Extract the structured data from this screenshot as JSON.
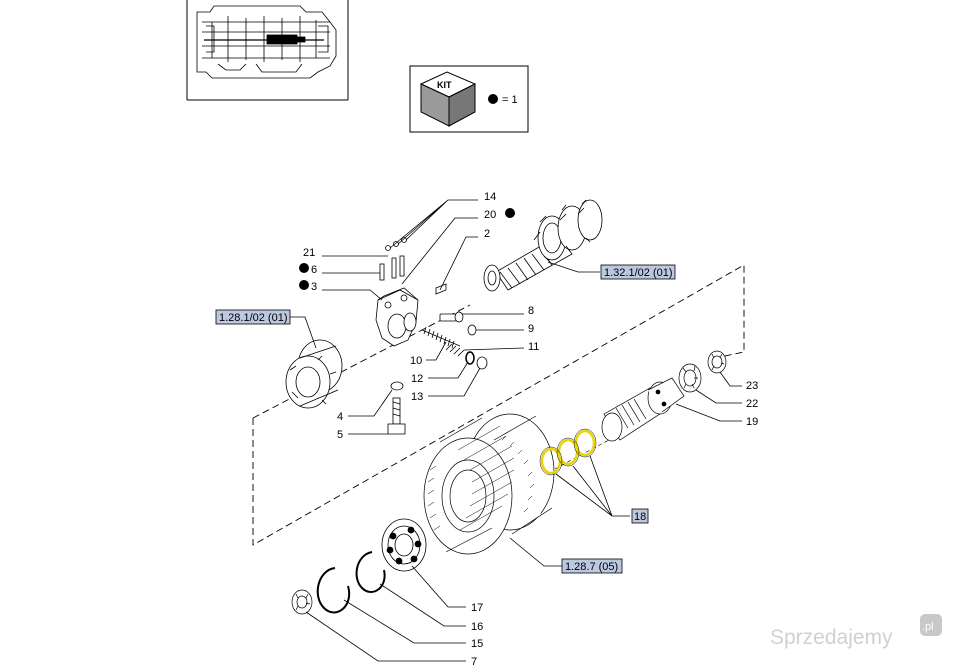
{
  "kit_box": {
    "label": "KIT",
    "equals_text": "= 1"
  },
  "callouts": [
    {
      "id": "c14",
      "text": "14"
    },
    {
      "id": "c20",
      "text": "20"
    },
    {
      "id": "c2",
      "text": "2"
    },
    {
      "id": "c21",
      "text": "21"
    },
    {
      "id": "c6",
      "text": "6"
    },
    {
      "id": "c3",
      "text": "3"
    },
    {
      "id": "c8",
      "text": "8"
    },
    {
      "id": "c9",
      "text": "9"
    },
    {
      "id": "c10",
      "text": "10"
    },
    {
      "id": "c11",
      "text": "11"
    },
    {
      "id": "c12",
      "text": "12"
    },
    {
      "id": "c13",
      "text": "13"
    },
    {
      "id": "c4",
      "text": "4"
    },
    {
      "id": "c5",
      "text": "5"
    },
    {
      "id": "c23",
      "text": "23"
    },
    {
      "id": "c22",
      "text": "22"
    },
    {
      "id": "c19",
      "text": "19"
    },
    {
      "id": "c17",
      "text": "17"
    },
    {
      "id": "c16",
      "text": "16"
    },
    {
      "id": "c15",
      "text": "15"
    },
    {
      "id": "c7",
      "text": "7"
    }
  ],
  "references": [
    {
      "id": "r1",
      "text": "1.32.1/02 (01)"
    },
    {
      "id": "r2",
      "text": "1.28.1/02 (01)"
    },
    {
      "id": "r3",
      "text": "18"
    },
    {
      "id": "r4",
      "text": "1.28.7 (05)"
    }
  ],
  "watermark": {
    "text": "Sprzedajemy",
    "badge": ".pl"
  },
  "colors": {
    "line": "#000000",
    "ref_fill": "#bcc8e0",
    "highlight_ring": "#e8d400",
    "watermark": "#d0d0d0",
    "badge": "#c8c8c8"
  }
}
